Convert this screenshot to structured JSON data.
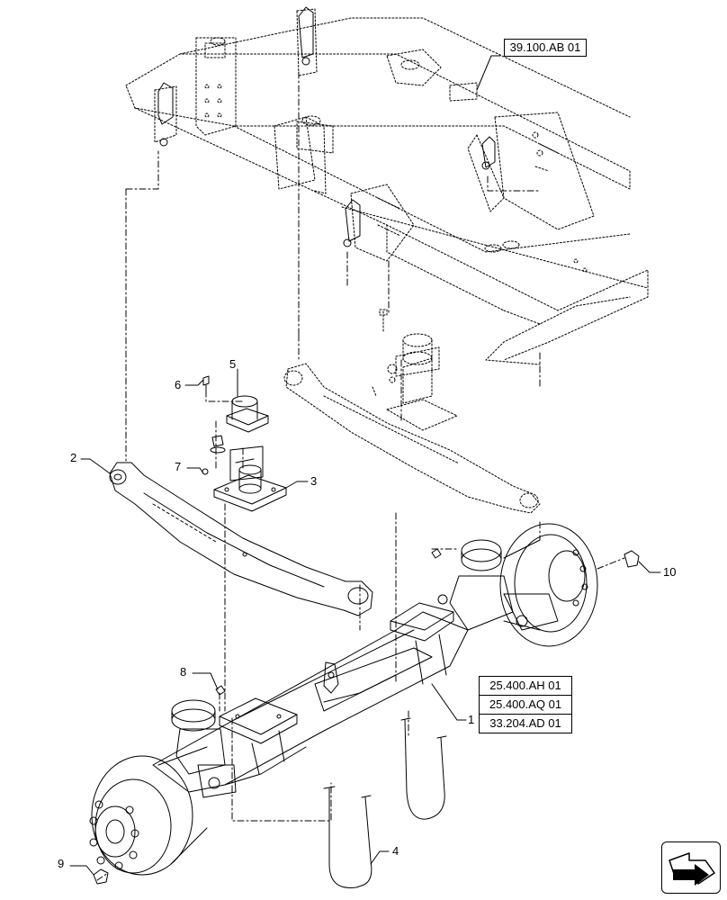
{
  "drawing": {
    "references": {
      "frame": "39.100.AB 01",
      "axle": [
        "25.400.AH 01",
        "25.400.AQ 01",
        "33.204.AD 01"
      ]
    },
    "callouts": [
      "1",
      "2",
      "3",
      "4",
      "5",
      "6",
      "7",
      "8",
      "9",
      "10"
    ],
    "nav_icon": "next-page-arrow-icon"
  }
}
